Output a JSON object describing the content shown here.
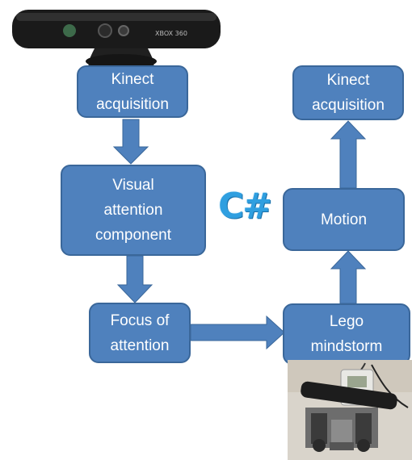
{
  "diagram": {
    "nodes": {
      "kinect_acquisition_left": "Kinect\nacquisition",
      "visual_attention": "Visual\nattention\ncomponent",
      "focus_of_attention": "Focus of\nattention",
      "lego_mindstorm": "Lego\nmindstorm",
      "motion": "Motion",
      "kinect_acquisition_right": "Kinect\nacquisition"
    },
    "language_badge": "C#",
    "kinect_device_label": "XBOX 360",
    "colors": {
      "box_fill": "#4f81bd",
      "box_border": "#3a679a",
      "arrow": "#4f81bd",
      "text": "#ffffff",
      "csharp": "#2f9fe0"
    },
    "icons": [
      "kinect-sensor-icon",
      "lego-robot-photo-icon",
      "csharp-logo-icon"
    ]
  }
}
